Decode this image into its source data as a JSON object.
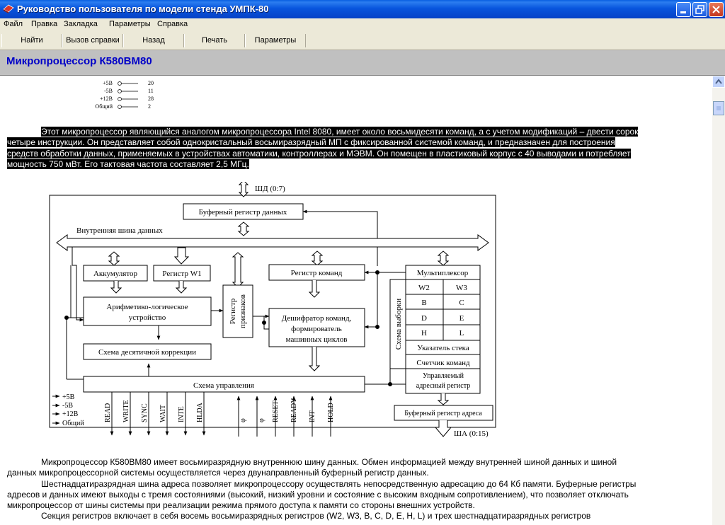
{
  "window": {
    "title": "Руководство пользователя по модели стенда УМПК-80"
  },
  "menu": [
    "Файл",
    "Правка",
    "Закладка",
    "Параметры",
    "Справка"
  ],
  "toolbar": [
    "Найти",
    "Вызов справки",
    "Назад",
    "Печать",
    "Параметры"
  ],
  "page_title": "Микропроцессор К580ВМ80",
  "pins_top": [
    {
      "label": "+5В",
      "pin": "20"
    },
    {
      "label": "-5В",
      "pin": "11"
    },
    {
      "label": "+12В",
      "pin": "28"
    },
    {
      "label": "Общий",
      "pin": "2"
    }
  ],
  "selected_text": {
    "line1": "Этот микропроцессор являющийся аналогом микропроцессора Intel 8080, имеет около восьмидесяти команд, а с учетом модификаций – двести сорок",
    "line2": "четыре инструкции. Он представляет собой однокристальный восьмиразрядный МП  с фиксированной системой команд, и предназначен для построения",
    "line3": "средств обработки данных, применяемых в устройствах автоматики, контроллерах и МЭВМ. Он помещен в пластиковый корпус с 40 выводами и потребляет",
    "line4": "мощность 750 мВт. Его тактовая частота составляет 2,5 МГц."
  },
  "diagram": {
    "shd": "ШД (0:7)",
    "sha": "ША (0:15)",
    "buffer_data": "Буферный регистр данных",
    "internal_bus": "Внутренняя шина данных",
    "accumulator": "Аккумулятор",
    "reg_w1": "Регистр W1",
    "flags_reg_1": "Регистр",
    "flags_reg_2": "признаков",
    "cmd_reg": "Регистр команд",
    "mux": "Мультиплексор",
    "alu_1": "Арифметико-логическое",
    "alu_2": "устройство",
    "decoder_1": "Дешифратор команд,",
    "decoder_2": "формирователь",
    "decoder_3": "машинных циклов",
    "bcd": "Схема десятичной коррекции",
    "select_scheme": "Схема выборки",
    "regs": [
      "W2",
      "W3",
      "B",
      "C",
      "D",
      "E",
      "H",
      "L"
    ],
    "sp": "Указатель стека",
    "pc": "Счетчик команд",
    "addr_reg_1": "Управляемый",
    "addr_reg_2": "адресный регистр",
    "control": "Схема управления",
    "buffer_addr": "Буферный регистр адреса",
    "power": [
      "+5В",
      "-5В",
      "+12В",
      "Общий"
    ],
    "signals_out": [
      "READ",
      "WRITE",
      "SYNC",
      "WAIT",
      "INTE",
      "HLDA"
    ],
    "signals_in": [
      "φ",
      "φ",
      "RESET",
      "READY",
      "INT",
      "HOLD"
    ]
  },
  "body_text": {
    "p1a": "Микропроцессор К580ВМ80 имеет восьмиразрядную внутреннюю шину данных. Обмен информацией между внутренней шиной данных и шиной",
    "p1b": "данных микропроцессорной системы осуществляется через двунаправленный буферный регистр данных.",
    "p2a": "Шестнадцатиразрядная шина адреса позволяет микропроцессору осуществлять непосредственную адресацию до 64 Кб памяти. Буферные регистры",
    "p2b": "адресов и данных имеют выходы с тремя состояниями (высокий, низкий уровни и состояние с высоким входным сопротивлением), что позволяет отключать",
    "p2c": "микропроцессор от шины системы при реализации режима прямого доступа к памяти со стороны внешних устройств.",
    "p3a": "Секция регистров включает в себя восемь восьмиразрядных регистров (W2, W3, B, C, D, E, H, L) и трех шестнадцатиразрядных регистров"
  }
}
